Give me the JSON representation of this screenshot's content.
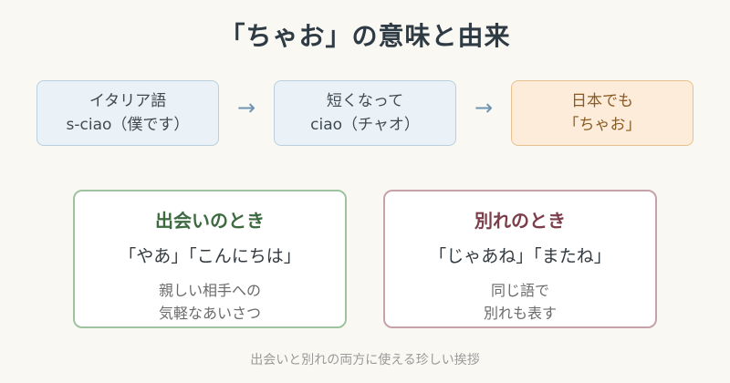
{
  "title": "「ちゃお」の意味と由来",
  "flow": {
    "step1": {
      "line1": "イタリア語",
      "line2": "s-ciao（僕です）"
    },
    "step2": {
      "line1": "短くなって",
      "line2": "ciao（チャオ）"
    },
    "step3": {
      "line1": "日本でも",
      "line2": "「ちゃお」"
    },
    "arrow": "→"
  },
  "cards": {
    "greeting": {
      "title": "出会いのとき",
      "phrase": "「やあ」「こんにちは」",
      "note_line1": "親しい相手への",
      "note_line2": "気軽なあいさつ"
    },
    "farewell": {
      "title": "別れのとき",
      "phrase": "「じゃあね」「またね」",
      "note_line1": "同じ語で",
      "note_line2": "別れも表す"
    }
  },
  "footer": "出会いと別れの両方に使える珍しい挨拶",
  "colors": {
    "step_blue": "#eaf1f7",
    "step_orange": "#fcecd9",
    "greeting_accent": "#3d6a40",
    "farewell_accent": "#7d3e4c"
  }
}
